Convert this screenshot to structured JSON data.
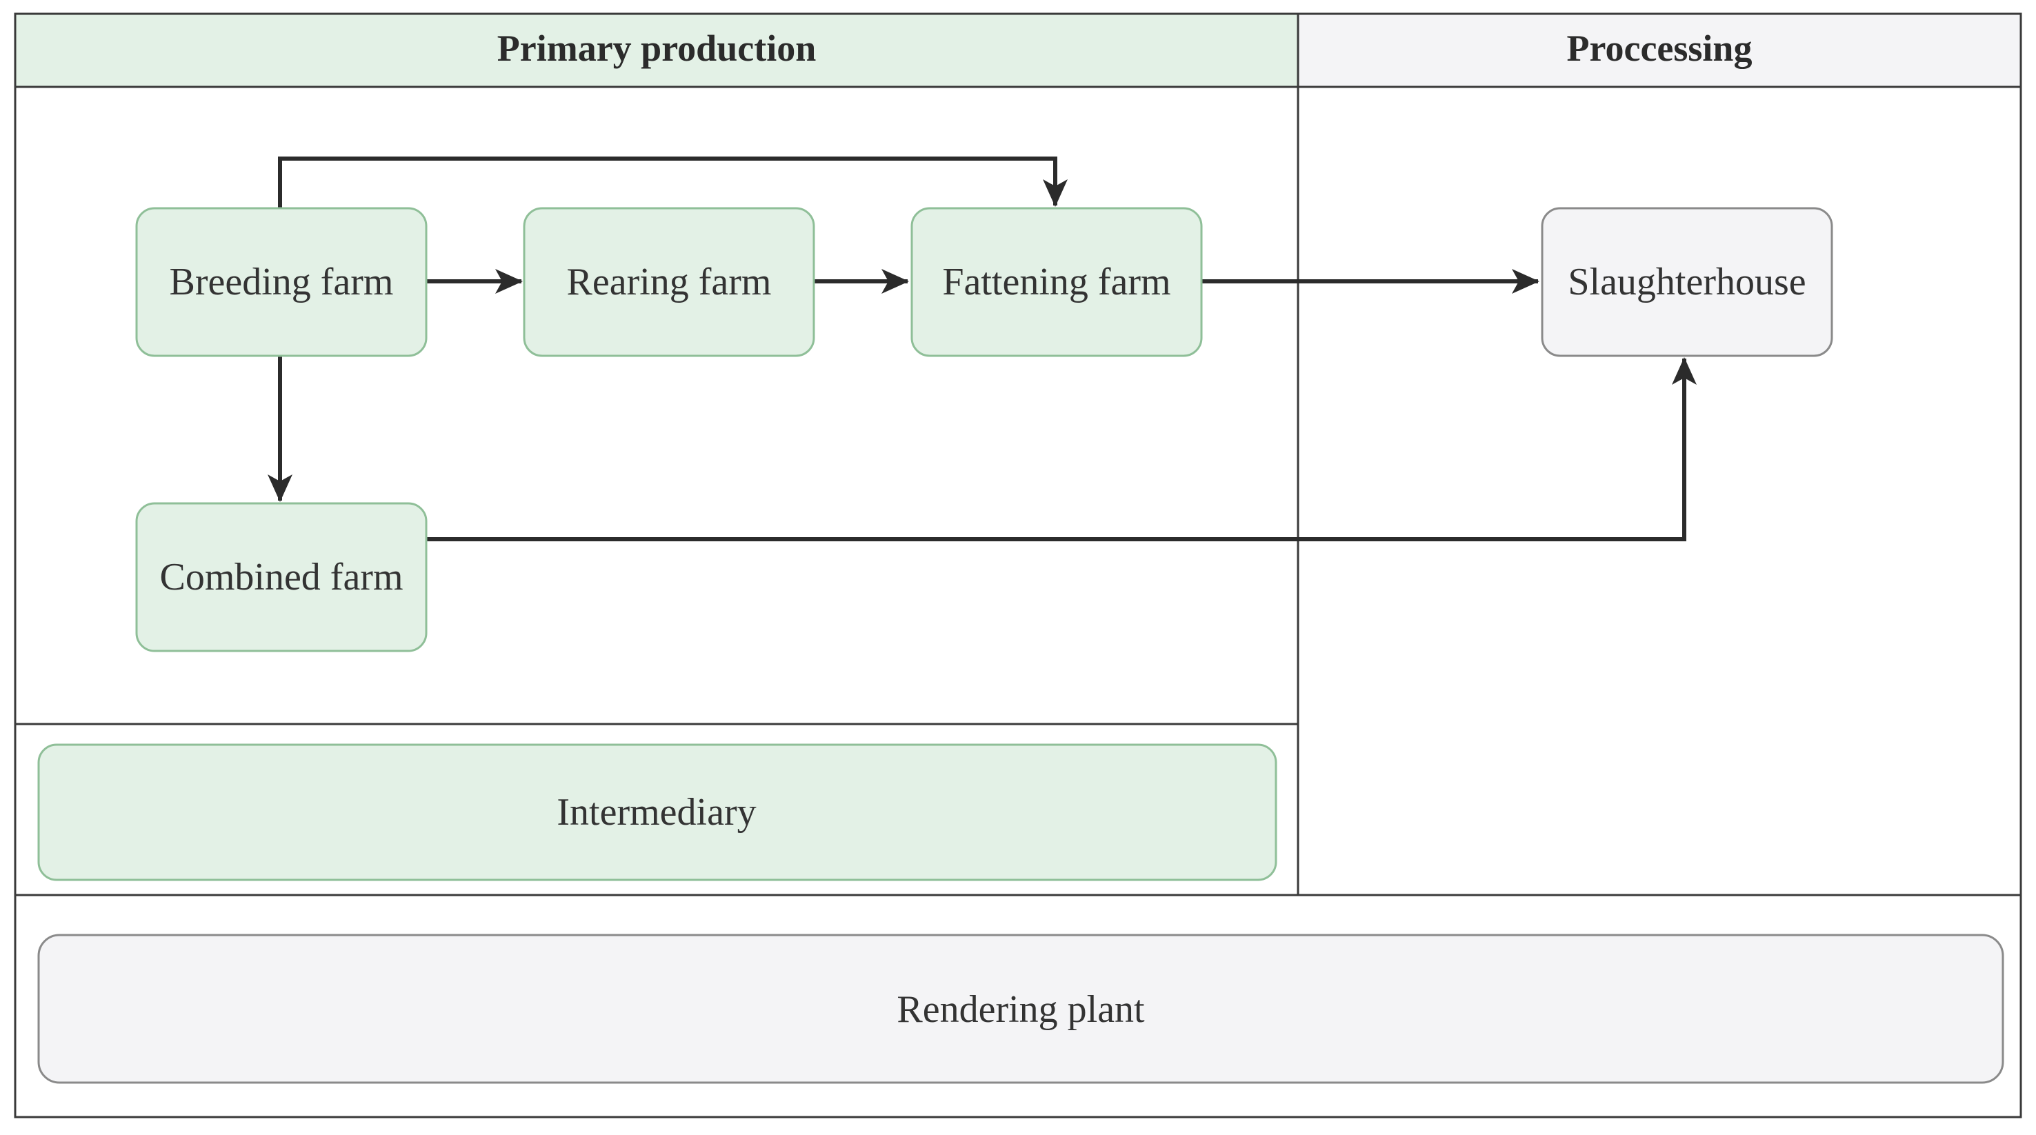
{
  "colors": {
    "primary_fill": "#e3f1e6",
    "primary_stroke": "#8fbf98",
    "processing_fill": "#f4f4f6",
    "processing_stroke": "#8a8a8a",
    "arrow": "#2b2b2b"
  },
  "sections": {
    "primary_production": "Primary production",
    "processing": "Proccessing"
  },
  "nodes": {
    "breeding_farm": "Breeding farm",
    "rearing_farm": "Rearing farm",
    "fattening_farm": "Fattening farm",
    "combined_farm": "Combined farm",
    "slaughterhouse": "Slaughterhouse",
    "intermediary": "Intermediary",
    "rendering_plant": "Rendering plant"
  },
  "edges": [
    {
      "from": "breeding_farm",
      "to": "rearing_farm"
    },
    {
      "from": "rearing_farm",
      "to": "fattening_farm"
    },
    {
      "from": "breeding_farm",
      "to": "fattening_farm"
    },
    {
      "from": "fattening_farm",
      "to": "slaughterhouse"
    },
    {
      "from": "breeding_farm",
      "to": "combined_farm"
    },
    {
      "from": "combined_farm",
      "to": "slaughterhouse"
    }
  ]
}
